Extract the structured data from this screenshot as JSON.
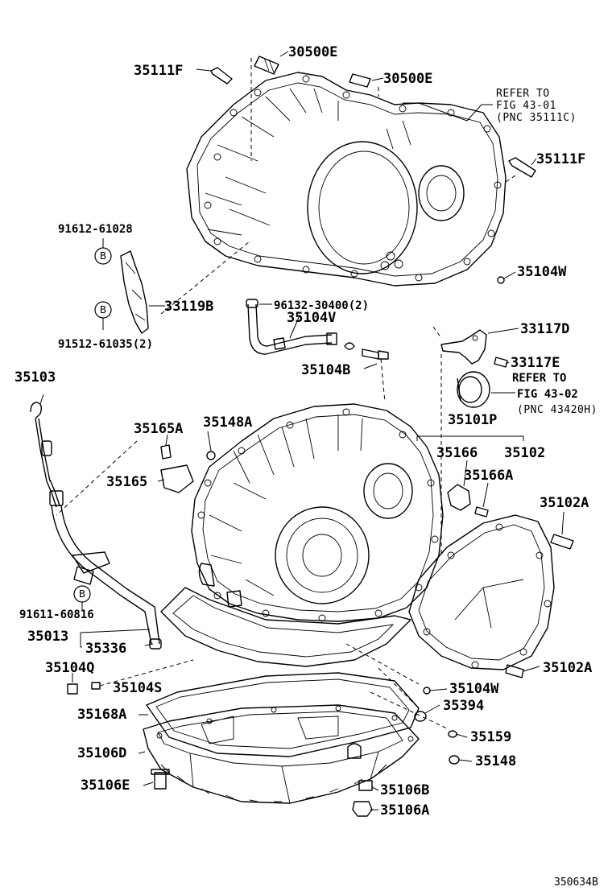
{
  "labels": {
    "l30500e_a": "30500E",
    "l30500e_b": "30500E",
    "l35111f_a": "35111F",
    "l35111f_b": "35111F",
    "ref1_line1": "REFER TO",
    "ref1_line2": "FIG 43-01",
    "ref1_line3": "(PNC 35111C)",
    "l35104w_a": "35104W",
    "l91612": "91612-61028",
    "l33119b": "33119B",
    "l91512": "91512-61035(2)",
    "l96132": "96132-30400(2)",
    "l35104v": "35104V",
    "l33117d": "33117D",
    "l33117e": "33117E",
    "ref2_line1": "REFER TO",
    "ref2_line2": "FIG 43-02",
    "ref2_line3": "(PNC 43420H)",
    "l35104b": "35104B",
    "l35103": "35103",
    "l35165a": "35165A",
    "l35148a": "35148A",
    "l35101p": "35101P",
    "l35166": "35166",
    "l35102": "35102",
    "l35165": "35165",
    "l35166a": "35166A",
    "l35102a_a": "35102A",
    "l91611": "91611-60816",
    "l35013": "35013",
    "l35336": "35336",
    "l35104q": "35104Q",
    "l35104s": "35104S",
    "l35104w_b": "35104W",
    "l35102a_b": "35102A",
    "l35394": "35394",
    "l35168a": "35168A",
    "l35159": "35159",
    "l35106d": "35106D",
    "l35148": "35148",
    "l35106e": "35106E",
    "l35106b": "35106B",
    "l35106a": "35106A",
    "badge": "B",
    "figure_id": "350634B"
  }
}
